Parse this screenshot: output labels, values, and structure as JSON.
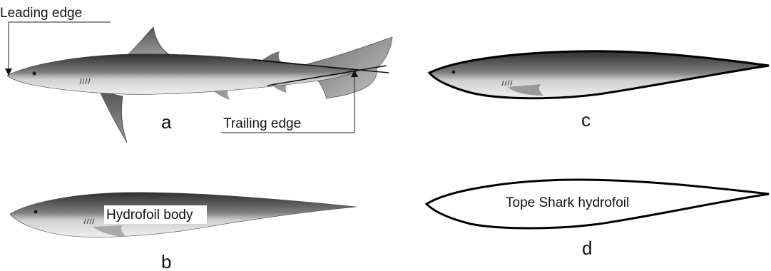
{
  "annotations": {
    "leading_edge": "Leading edge",
    "trailing_edge": "Trailing edge",
    "hydrofoil_body": "Hydrofoil body",
    "tope_shark_hydrofoil": "Tope Shark hydrofoil"
  },
  "panels": {
    "a": "a",
    "b": "b",
    "c": "c",
    "d": "d"
  },
  "colors": {
    "shark_dark": "#3a3a3a",
    "shark_mid": "#8a8a8a",
    "shark_light": "#e6e6e6",
    "outline": "#000000"
  }
}
